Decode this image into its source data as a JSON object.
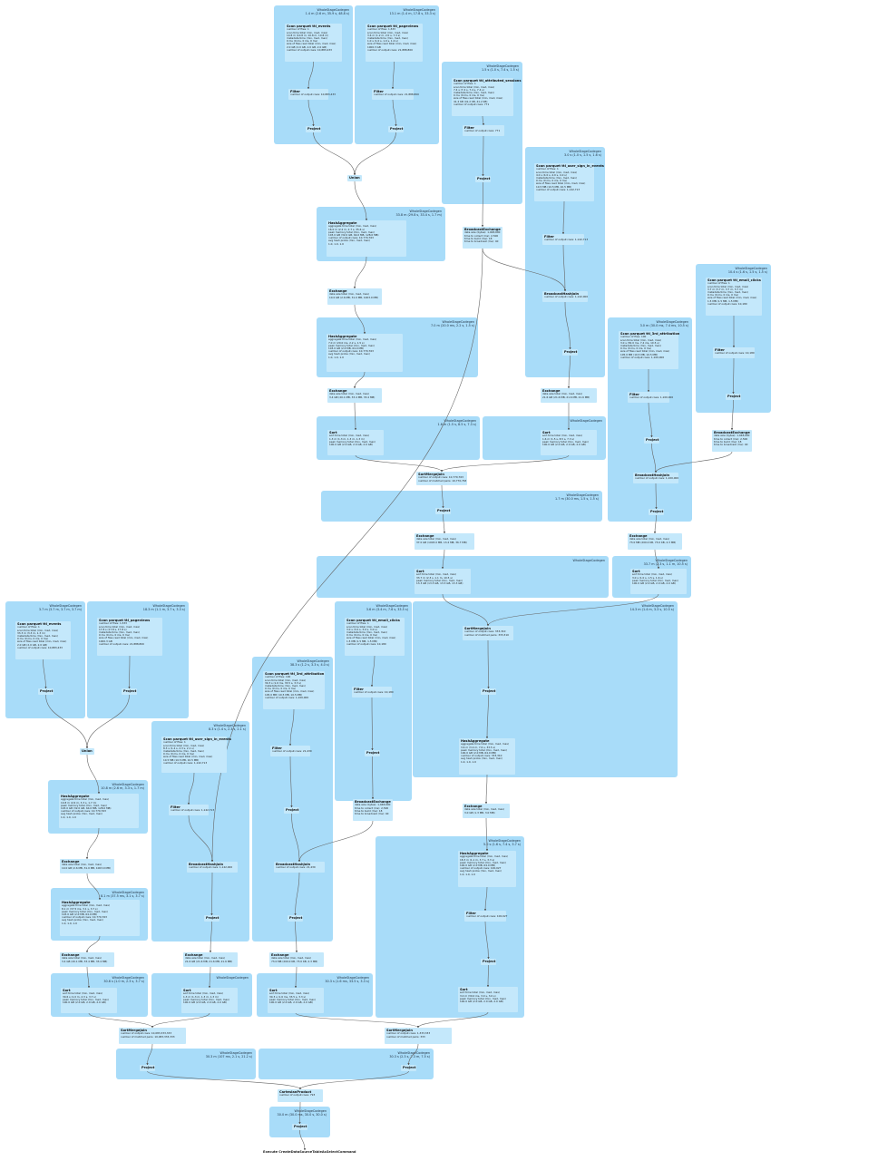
{
  "diagram": {
    "clusters": [
      {
        "id": "c1",
        "title": "WholeStageCodegen\n1.4 m (2.6 m, 35.9 s, 48.8 s)"
      },
      {
        "id": "c2",
        "title": "WholeStageCodegen\n13.1 m (1.4 m, 17.8 s, 33.3 s)"
      },
      {
        "id": "c3",
        "title": "WholeStageCodegen\n1.5 s (1.0 s, 7.4 s, 1.5 s)"
      },
      {
        "id": "c4",
        "title": "WholeStageCodegen\n3.0 s (1.0 s, 1.5 s, 1.6 s)"
      },
      {
        "id": "c5",
        "title": "WholeStageCodegen\n33.8 m (29.8 s, 33.4 s, 1.7 m)"
      },
      {
        "id": "c6",
        "title": "WholeStageCodegen\n10.4 s (1.6 s, 1.5 s, 1.5 s)"
      },
      {
        "id": "c7",
        "title": "WholeStageCodegen\n7.0 m (20.0 ms, 2.2 s, 1.5 s)"
      },
      {
        "id": "c8",
        "title": "WholeStageCodegen\n3.0 m (30.0 ms, 7.4 ms, 10.5 s)"
      },
      {
        "id": "c9",
        "title": "WholeStageCodegen\n1.6 m (1.5 s, 8.5 s, 7.3 s)"
      },
      {
        "id": "c10",
        "title": "WholeStageCodegen"
      },
      {
        "id": "c11",
        "title": "WholeStageCodegen\n1.7 m (30.0 ms, 1.5 s, 1.5 s)"
      },
      {
        "id": "c12",
        "title": "WholeStageCodegen"
      },
      {
        "id": "c13",
        "title": "WholeStageCodegen\n33.7 m (2.3 s, 1.1 m, 10.5 s)"
      },
      {
        "id": "c14",
        "title": "WholeStageCodegen\n3.6 m (3.4 m, 7.6 s, 33.5 s)"
      },
      {
        "id": "c15",
        "title": "WholeStageCodegen\n14.3 m (1.4 m, 3.3 s, 10.5 s)"
      },
      {
        "id": "c16",
        "title": "WholeStageCodegen\n3.7 m (3.7 m, 3.7 m, 3.7 m)"
      },
      {
        "id": "c17",
        "title": "WholeStageCodegen\n18.3 m (1.1 m, 3.7 s, 3.3 s)"
      },
      {
        "id": "c18",
        "title": "WholeStageCodegen\n38.3 s (1.2 s, 3.3 s, 4.0 s)"
      },
      {
        "id": "c19",
        "title": "WholeStageCodegen\n8.3 s (1.4 s, 2.3 s, 2.1 s)"
      },
      {
        "id": "c20",
        "title": "WholeStageCodegen\n10.8 m (2.6 m, 3.3 s, 1.7 m)"
      },
      {
        "id": "c21",
        "title": "WholeStageCodegen\n8.1 m (37.5 ms, 3.1 s, 3.7 s)"
      },
      {
        "id": "c22",
        "title": "WholeStageCodegen\n5.0 s (1.6 s, 7.4 s, 3.7 s)"
      },
      {
        "id": "c23",
        "title": "WholeStageCodegen\n30.6 s (1.0 m, 2.3 s, 3.7 s)"
      },
      {
        "id": "c24",
        "title": "WholeStageCodegen"
      },
      {
        "id": "c25",
        "title": "WholeStageCodegen\n30.3 s (1.6 ms, 33.5 s, 3.3 s)"
      },
      {
        "id": "c26",
        "title": "WholeStageCodegen\n30.3 m (107 ms, 2.1 s, 21.2 s)"
      },
      {
        "id": "c27",
        "title": "WholeStageCodegen\n30.3 s (2.3 s, 2.3 m, 7.5 s)"
      },
      {
        "id": "c28",
        "title": "WholeStageCodegen\n30.0 m (30.0 ms, 30.0 s, 30.0 s)"
      }
    ],
    "nodes": [
      {
        "id": "scan_a",
        "title": "Scan parquet ttl_events",
        "detail": "number of files: 1\nscan time total (min, med, max)\n10.8 m (10.8 m, 10.8 m, 10.8 m)\nmetadata time (min, med, max)\n0 ms (0 ms, 0 ms, 0 ms)\nsize of files read total (min, med, max)\n2.0 GB (2.0 GB, 2.0 GB, 2.0 GB)\nnumber of output rows: 10,883,433"
      },
      {
        "id": "scan_b",
        "title": "Scan parquet ttl_pageviews",
        "detail": "number of files: 1,533\nscan time total (min, med, max)\n3.6 m (1.2 m, 2.0 s, 7.3 s)\nmetadata time (min, med, max)\n1.0 s (1.0 s, 1.0 s, 1.0 s)\nsize of files read total (min, med, max)\n1000.3 GB\nnumber of output rows: 21,888,800"
      },
      {
        "id": "filter_a",
        "title": "Filter",
        "detail": "number of output rows: 10,883,433"
      },
      {
        "id": "filter_b",
        "title": "Filter",
        "detail": "number of output rows: 21,888,800"
      },
      {
        "id": "project_a",
        "title": "Project",
        "detail": ""
      },
      {
        "id": "project_b",
        "title": "Project",
        "detail": ""
      },
      {
        "id": "union_1",
        "title": "Union",
        "detail": ""
      },
      {
        "id": "scan_c",
        "title": "Scan parquet ttl_attributed_sessions",
        "detail": "number of files: 1\nscan time total (min, med, max)\n7.4 s (7.4 s, 7.4 s, 7.4 s)\nmetadata time (min, med, max)\n0 ms (0 ms, 0 ms, 0 ms)\nsize of files read total (min, med, max)\n41.2 KB (41.2 KB, 41.2 KB)\nnumber of output rows: 771"
      },
      {
        "id": "filter_c",
        "title": "Filter",
        "detail": "number of output rows: 771"
      },
      {
        "id": "project_c",
        "title": "Project",
        "detail": ""
      },
      {
        "id": "bexch_1",
        "title": "BroadcastExchange",
        "detail": "data size (bytes): 1,048,600\ntime to collect (ms): 2,500\ntime to build (ms): 18\ntime to broadcast (ms): 40"
      },
      {
        "id": "scan_d",
        "title": "Scan parquet ttl_user_sign_in_events",
        "detail": "number of files: 1\nscan time total (min, med, max)\n4.0 s (4.0 s, 4.0 s, 4.0 s)\nmetadata time (min, med, max)\n0 ms (0 ms, 0 ms, 0 ms)\nsize of files read total (min, med, max)\n10.5 MB (10.5 MB, 10.5 MB)\nnumber of output rows: 1,142,713"
      },
      {
        "id": "filter_d",
        "title": "Filter",
        "detail": "number of output rows: 1,142,713"
      },
      {
        "id": "bhj_1",
        "title": "BroadcastHashJoin",
        "detail": "number of output rows: 1,142,000"
      },
      {
        "id": "project_d",
        "title": "Project",
        "detail": ""
      },
      {
        "id": "hashagg_1",
        "title": "HashAggregate",
        "detail": "aggregate time total (min, med, max)\n16.0 m (2.2 m, 2.7 s, 35.6 s)\npeak memory total (min, med, max)\n103.0 GB (32.0 GB, 64.0 MB, 128.0 MB)\nnumber of output rows: 10,770,763\navg hash probe (min, med, max)\n1.0, 1.0, 1.0"
      },
      {
        "id": "exch_1",
        "title": "Exchange",
        "detail": "data size total (min, med, max)\n10.0 GB (2.6 MB, 31.0 MB, 1003.0 MB)"
      },
      {
        "id": "hashagg_2",
        "title": "HashAggregate",
        "detail": "aggregate time total (min, med, max)\n7.0 m (20.0 ms, 2.2 s, 1.5 s)\npeak memory total (min, med, max)\n103.0 GB (2.0 MB, 64.0 MB)\nnumber of output rows: 10,770,763\navg hash probe (min, med, max)\n1.0, 1.0, 1.0"
      },
      {
        "id": "exch_2",
        "title": "Exchange",
        "detail": "data size total (min, med, max)\n3.4 GB (20.1 MB, 33.4 MB, 33.4 MB)"
      },
      {
        "id": "exch_3",
        "title": "Exchange",
        "detail": "data size total (min, med, max)\n21.6 GB (21.6 MB, 21.6 MB, 21.6 MB)"
      },
      {
        "id": "sort_1",
        "title": "Sort",
        "detail": "sort time total (min, med, max)\n1.3 m (1.3 m, 1.3 m, 1.3 m)\npeak memory total (min, med, max)\n100.0 GB (2.0 GB, 2.0 GB, 2.0 GB)"
      },
      {
        "id": "sort_2",
        "title": "Sort",
        "detail": "sort time total (min, med, max)\n1.6 m (1.5 s, 8.5 s, 7.3 s)\npeak memory total (min, med, max)\n100.0 GB (2.0 GB, 2.0 GB, 2.0 GB)"
      },
      {
        "id": "smj_1",
        "title": "SortMergeJoin",
        "detail": "number of output rows: 10,770,763\nnumber of matched pairs: 10,770,763"
      },
      {
        "id": "project_e",
        "title": "Project",
        "detail": ""
      },
      {
        "id": "exch_4",
        "title": "Exchange",
        "detail": "data size total (min, med, max)\n37.0 GB (1003.0 MB, 13.4 MB, 36.7 MB)"
      },
      {
        "id": "sort_3",
        "title": "Sort",
        "detail": "sort time total (min, med, max)\n33.7 m (2.3 s, 1.1 m, 10.5 s)\npeak memory total (min, med, max)\n13.3 GB (13.3 GB, 13.3 GB, 13.3 GB)"
      },
      {
        "id": "scan_e",
        "title": "Scan parquet ttl_email_clicks",
        "detail": "number of files: 1\nscan time total (min, med, max)\n3.0 s (3.0 s, 3.0 s, 3.0 s)\nmetadata time (min, med, max)\n0 ms (0 ms, 0 ms, 0 ms)\nsize of files read total (min, med, max)\n1.5 MB (1.5 MB, 1.5 MB)\nnumber of output rows: 10,180"
      },
      {
        "id": "filter_e",
        "title": "Filter",
        "detail": "number of output rows: 10,180"
      },
      {
        "id": "project_f",
        "title": "Project",
        "detail": ""
      },
      {
        "id": "bexch_2",
        "title": "BroadcastExchange",
        "detail": "data size (bytes): 1,048,600\ntime to collect (ms): 2,500\ntime to build (ms): 18\ntime to broadcast (ms): 40"
      },
      {
        "id": "scan_f",
        "title": "Scan parquet ttl_3rd_attribution",
        "detail": "number of files: 100\nscan time total (min, med, max)\n3.0 s (30.0 ms, 7.4 ms, 10.5 s)\nmetadata time (min, med, max)\n0 ms (0 ms, 0 ms, 0 ms)\nsize of files read total (min, med, max)\n105.0 MB (10.5 MB, 10.5 MB)\nnumber of output rows: 1,100,000"
      },
      {
        "id": "filter_f",
        "title": "Filter",
        "detail": "number of output rows: 1,100,000"
      },
      {
        "id": "project_g",
        "title": "Project",
        "detail": ""
      },
      {
        "id": "bhj_2",
        "title": "BroadcastHashJoin",
        "detail": "number of output rows: 1,100,000"
      },
      {
        "id": "project_h",
        "title": "Project",
        "detail": ""
      },
      {
        "id": "exch_5",
        "title": "Exchange",
        "detail": "data size total (min, med, max)\n73.0 MB (200.0 KB, 73.0 KB, 2.3 MB)"
      },
      {
        "id": "sort_4",
        "title": "Sort",
        "detail": "sort time total (min, med, max)\n3.0 s (1.0 s, 1.5 s, 1.6 s)\npeak memory total (min, med, max)\n100.0 GB (2.0 GB, 2.0 GB, 2.0 GB)"
      },
      {
        "id": "smj_2",
        "title": "SortMergeJoin",
        "detail": "number of output rows: 333,310\nnumber of matched pairs: 333,310"
      },
      {
        "id": "project_i",
        "title": "Project",
        "detail": ""
      },
      {
        "id": "hashagg_3",
        "title": "HashAggregate",
        "detail": "aggregate time total (min, med, max)\n3.6 m (3.4 m, 7.6 s, 33.5 s)\npeak memory total (min, med, max)\n100.0 GB (2.0 MB, 64.0 MB)\nnumber of output rows: 333,310\navg hash probe (min, med, max)\n1.0, 1.0, 1.0"
      },
      {
        "id": "exch_6",
        "title": "Exchange",
        "detail": "data size total (min, med, max)\n3.0 GB (1.3 MB, 3.0 MB)"
      },
      {
        "id": "hashagg_4",
        "title": "HashAggregate",
        "detail": "aggregate time total (min, med, max)\n18.3 m (1.1 m, 3.7 s, 3.3 s)\npeak memory total (min, med, max)\n100.0 GB (2.0 MB, 64.0 MB)\nnumber of output rows: 100,027\navg hash probe (min, med, max)\n1.0, 1.0, 1.0"
      },
      {
        "id": "filter_g",
        "title": "Filter",
        "detail": "number of output rows: 100,027"
      },
      {
        "id": "project_j",
        "title": "Project",
        "detail": ""
      },
      {
        "id": "sort_5",
        "title": "Sort",
        "detail": "sort time total (min, med, max)\n3.0 m (30.0 ms, 3.0 s, 3.0 s)\npeak memory total (min, med, max)\n100.0 GB (2.0 GB, 2.0 GB, 2.0 GB)"
      },
      {
        "id": "scan_g",
        "title": "Scan parquet ttl_events",
        "detail": "number of files: 1\nscan time total (min, med, max)\n33.3 m (3.3 m, 1.3 m)\nmetadata time (min, med, max)\n0 ms (0 ms, 0 ms, 0 ms)\nsize of files read total (min, med, max)\n2.0 GB (2.0 GB, 2.0 GB)\nnumber of output rows: 10,883,433"
      },
      {
        "id": "scan_h",
        "title": "Scan parquet ttl_pageviews",
        "detail": "number of files: 1,533\nscan time total (min, med, max)\n17.8 s (17.8 s, 17.8 s)\nmetadata time (min, med, max)\n0 ms (0 ms, 0 ms, 0 ms)\nsize of files read total (min, med, max)\n1000.3 GB\nnumber of output rows: 21,888,800"
      },
      {
        "id": "project_k",
        "title": "Project",
        "detail": ""
      },
      {
        "id": "project_l",
        "title": "Project",
        "detail": ""
      },
      {
        "id": "union_2",
        "title": "Union",
        "detail": ""
      },
      {
        "id": "hashagg_5",
        "title": "HashAggregate",
        "detail": "aggregate time total (min, med, max)\n10.8 m (2.6 m, 3.3 s, 1.7 m)\npeak memory total (min, med, max)\n103.0 GB (32.0 GB, 64.0 MB, 128.0 MB)\nnumber of output rows: 10,770,763\navg hash probe (min, med, max)\n1.0, 1.0, 1.0"
      },
      {
        "id": "exch_7",
        "title": "Exchange",
        "detail": "data size total (min, med, max)\n10.0 GB (2.6 MB, 31.0 MB, 1003.0 MB)"
      },
      {
        "id": "hashagg_6",
        "title": "HashAggregate",
        "detail": "aggregate time total (min, med, max)\n8.1 m (37.5 ms, 3.1 s, 3.7 s)\npeak memory total (min, med, max)\n103.0 GB (2.0 MB, 64.0 MB)\nnumber of output rows: 10,770,763\navg hash probe (min, med, max)\n1.0, 1.0, 1.0"
      },
      {
        "id": "exch_8",
        "title": "Exchange",
        "detail": "data size total (min, med, max)\n3.4 GB (20.1 MB, 33.4 MB, 33.4 MB)"
      },
      {
        "id": "sort_6",
        "title": "Sort",
        "detail": "sort time total (min, med, max)\n30.6 s (1.0 m, 2.3 s, 3.7 s)\npeak memory total (min, med, max)\n100.0 GB (2.0 GB, 2.0 GB, 2.0 GB)"
      },
      {
        "id": "scan_i",
        "title": "Scan parquet ttl_user_sign_in_events",
        "detail": "number of files: 1\nscan time total (min, med, max)\n8.3 s (1.4 s, 2.3 s, 2.1 s)\nmetadata time (min, med, max)\n0 ms (0 ms, 0 ms, 0 ms)\nsize of files read total (min, med, max)\n10.5 MB (10.5 MB, 10.5 MB)\nnumber of output rows: 1,142,713"
      },
      {
        "id": "filter_h",
        "title": "Filter",
        "detail": "number of output rows: 1,142,713"
      },
      {
        "id": "bhj_3",
        "title": "BroadcastHashJoin",
        "detail": "number of output rows: 1,142,000"
      },
      {
        "id": "project_m",
        "title": "Project",
        "detail": ""
      },
      {
        "id": "exch_9",
        "title": "Exchange",
        "detail": "data size total (min, med, max)\n21.6 GB (21.6 MB, 21.6 MB, 21.6 MB)"
      },
      {
        "id": "sort_7",
        "title": "Sort",
        "detail": "sort time total (min, med, max)\n1.3 m (1.3 m, 1.3 m, 1.3 m)\npeak memory total (min, med, max)\n100.0 GB (2.0 GB, 2.0 GB, 2.0 GB)"
      },
      {
        "id": "scan_j",
        "title": "Scan parquet ttl_3rd_attribution",
        "detail": "number of files: 100\nscan time total (min, med, max)\n30.3 s (1.6 ms, 33.5 s, 3.3 s)\nmetadata time (min, med, max)\n0 ms (0 ms, 0 ms, 0 ms)\nsize of files read total (min, med, max)\n105.0 MB (10.5 MB, 10.5 MB)\nnumber of output rows: 1,100,000"
      },
      {
        "id": "filter_i",
        "title": "Filter",
        "detail": "number of output rows: 21,430"
      },
      {
        "id": "project_n",
        "title": "Project",
        "detail": ""
      },
      {
        "id": "bhj_4",
        "title": "BroadcastHashJoin",
        "detail": "number of output rows: 21,430"
      },
      {
        "id": "project_o",
        "title": "Project",
        "detail": ""
      },
      {
        "id": "exch_10",
        "title": "Exchange",
        "detail": "data size total (min, med, max)\n73.0 MB (200.0 KB, 73.0 KB, 2.3 MB)"
      },
      {
        "id": "sort_8",
        "title": "Sort",
        "detail": "sort time total (min, med, max)\n30.3 s (1.6 ms, 33.5 s, 3.3 s)\npeak memory total (min, med, max)\n100.0 GB (2.0 GB, 2.0 GB, 2.0 GB)"
      },
      {
        "id": "scan_k",
        "title": "Scan parquet ttl_email_clicks",
        "detail": "number of files: 1\nscan time total (min, med, max)\n3.7 m (3.7 m, 3.7 m, 3.7 m)\nmetadata time (min, med, max)\n0 ms (0 ms, 0 ms, 0 ms)\nsize of files read total (min, med, max)\n1.5 MB (1.5 MB, 1.5 MB)\nnumber of output rows: 10,180"
      },
      {
        "id": "filter_j",
        "title": "Filter",
        "detail": "number of output rows: 10,180"
      },
      {
        "id": "project_p",
        "title": "Project",
        "detail": ""
      },
      {
        "id": "bexch_3",
        "title": "BroadcastExchange",
        "detail": "data size (bytes): 1,048,600\ntime to collect (ms): 2,500\ntime to build (ms): 18\ntime to broadcast (ms): 40"
      },
      {
        "id": "smj_3",
        "title": "SortMergeJoin",
        "detail": "number of output rows: 10,083,333,333\nnumber of matched pairs: 10,083,333,333"
      },
      {
        "id": "smj_4",
        "title": "SortMergeJoin",
        "detail": "number of output rows: 1,333,333\nnumber of matched pairs: 333"
      },
      {
        "id": "project_q",
        "title": "Project",
        "detail": ""
      },
      {
        "id": "project_r",
        "title": "Project",
        "detail": ""
      },
      {
        "id": "cartesian",
        "title": "CartesianProduct",
        "detail": "number of output rows: 793"
      },
      {
        "id": "project_s",
        "title": "Project",
        "detail": ""
      },
      {
        "id": "execute",
        "title": "Execute CreateDataSourceTableAsSelectCommand",
        "detail": ""
      }
    ]
  }
}
